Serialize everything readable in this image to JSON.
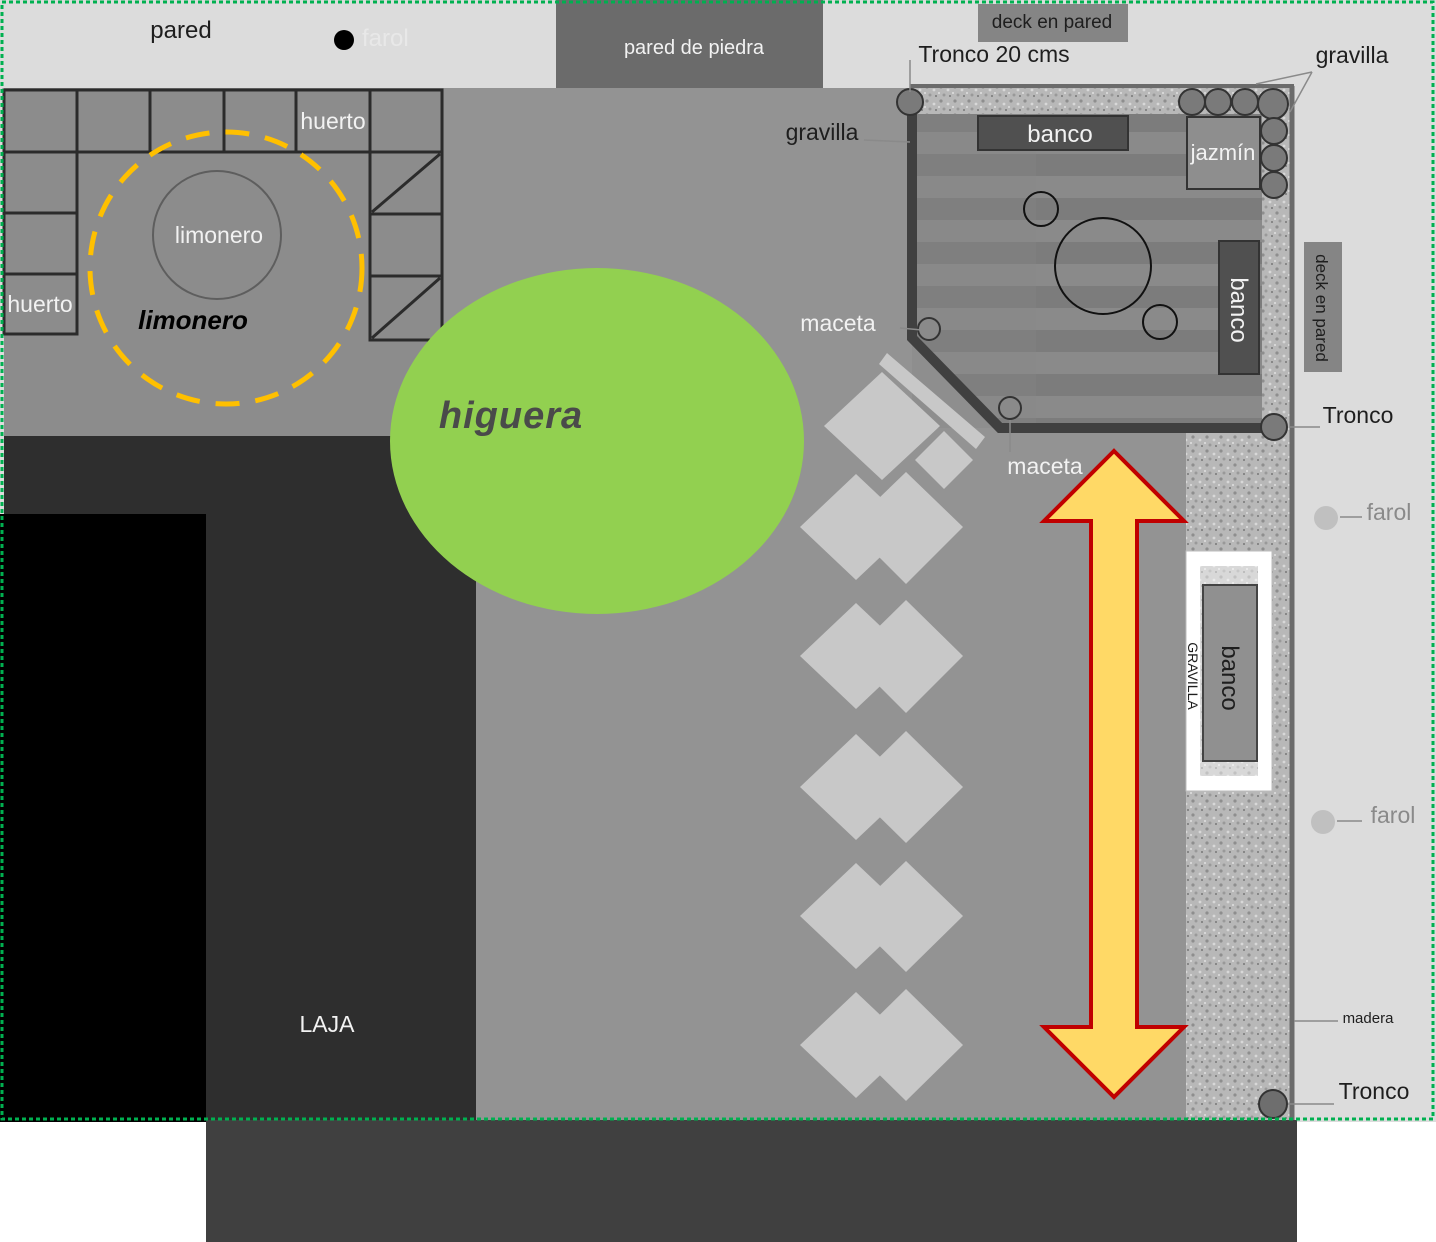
{
  "labels": {
    "pared": "pared",
    "farol_top": "farol",
    "pared_piedra": "pared de piedra",
    "deck_top": "deck en pared",
    "tronco_20": "Tronco 20 cms",
    "gravilla_top_right": "gravilla",
    "gravilla_left": "gravilla",
    "banco_top": "banco",
    "jazmin": "jazmín",
    "banco_right": "banco",
    "deck_right": "deck en pared",
    "huerto_top": "huerto",
    "huerto_left": "huerto",
    "limonero_inner": "limonero",
    "limonero_caption": "limonero",
    "higuera": "higuera",
    "maceta_1": "maceta",
    "maceta_2": "maceta",
    "tronco_mid": "Tronco",
    "farol_right_1": "farol",
    "farol_right_2": "farol",
    "gravilla_vertical": "GRAVILLA",
    "banco_lower": "banco",
    "madera": "madera",
    "tronco_bottom": "Tronco",
    "laja": "LAJA"
  },
  "colors": {
    "outer_light": "#dcdcdc",
    "garden_grey": "#939393",
    "huerto_grey": "#8c8c8c",
    "dark_area": "#2e2e2e",
    "black_area": "#000000",
    "bottom_strip": "#404040",
    "stone_wall": "#6b6b6b",
    "deck_label_bg": "#858585",
    "higuera_green": "#92d050",
    "limonero_ring": "#ffc000",
    "arrow_fill": "#ffd966",
    "arrow_stroke": "#c00000",
    "boundary_dotted": "#00b050",
    "stepping_stone": "#c8c8c8",
    "gravel": "#b3b3b3"
  }
}
